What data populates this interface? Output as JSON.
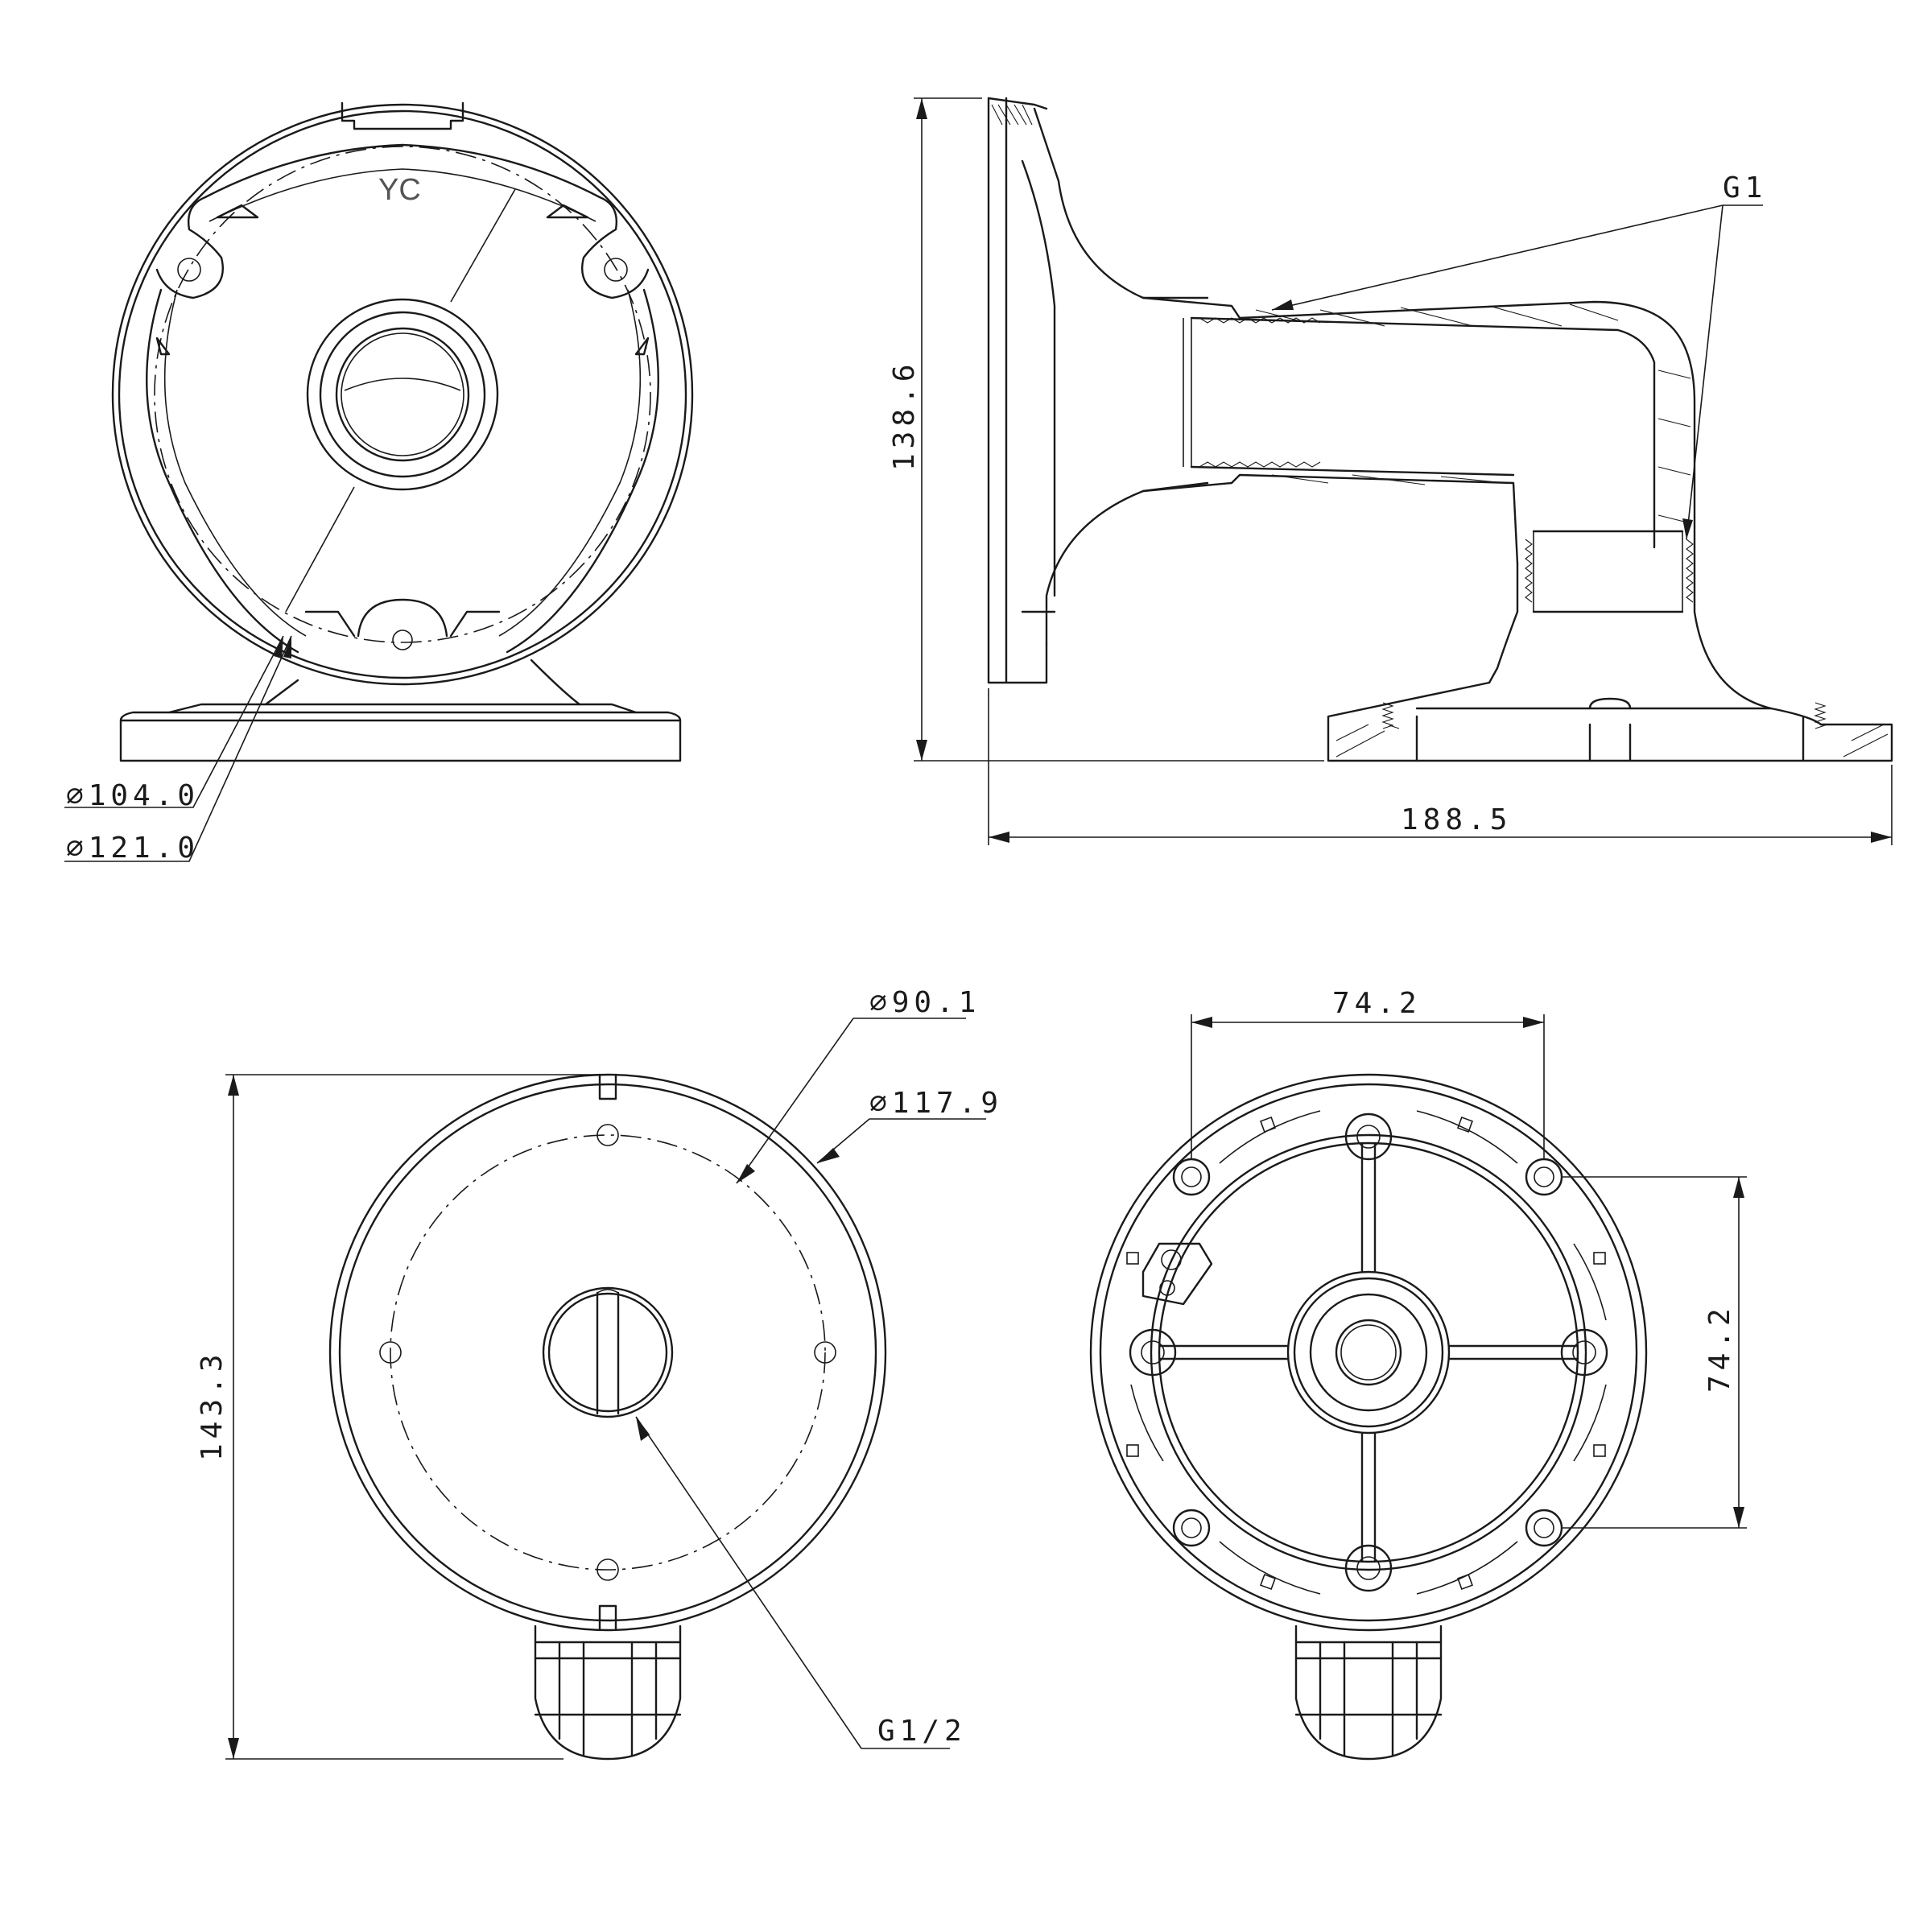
{
  "views": {
    "front": {
      "mark": "YC",
      "dia_inner": "104.0",
      "dia_outer": "121.0"
    },
    "side": {
      "height": "138.6",
      "length": "188.5",
      "thread": "G1"
    },
    "top": {
      "dia_pcd": "90.1",
      "dia_body": "117.9",
      "height": "143.3",
      "thread": "G1/2"
    },
    "bottom": {
      "hole_spacing_x": "74.2",
      "hole_spacing_y": "74.2"
    }
  },
  "symbols": {
    "diameter": "∅"
  }
}
